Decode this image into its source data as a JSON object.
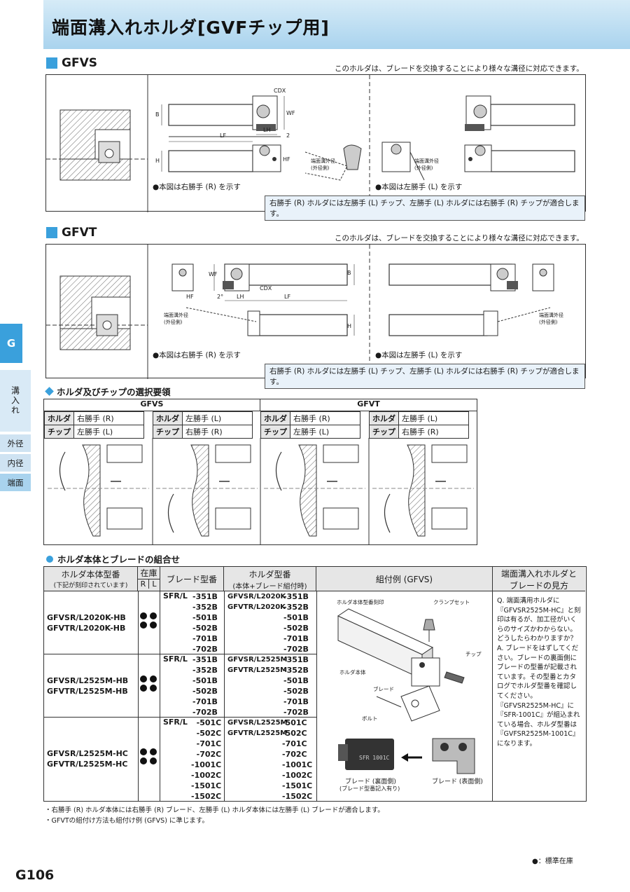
{
  "header": {
    "title": "端面溝入れホルダ[GVFチップ用]"
  },
  "gfvs": {
    "title": "GFVS",
    "desc": "このホルダは、ブレードを交換することにより様々な溝径に対応できます。",
    "note_r": "●本図は右勝手 (R) を示す",
    "note_l": "●本図は左勝手 (L) を示す",
    "box_note": "右勝手 (R) ホルダには左勝手 (L) チップ、左勝手 (L) ホルダには右勝手 (R) チップが適合します。",
    "dims": {
      "cdx": "CDX",
      "b": "B",
      "wf": "WF",
      "lh": "LH",
      "lf": "LF",
      "two": "2",
      "h": "H",
      "hf": "HF",
      "dia_label": "端面溝外径 (外径側)"
    }
  },
  "gfvt": {
    "title": "GFVT",
    "desc": "このホルダは、ブレードを交換することにより様々な溝径に対応できます。",
    "note_r": "●本図は右勝手 (R) を示す",
    "note_l": "●本図は左勝手 (L) を示す",
    "box_note": "右勝手 (R) ホルダには左勝手 (L) チップ、左勝手 (L) ホルダには右勝手 (R) チップが適合します。",
    "dims": {
      "wf": "WF",
      "b": "B",
      "cdx": "CDX",
      "lh": "LH",
      "lf": "LF",
      "two": "2°",
      "hf": "HF",
      "h": "H",
      "dia_label": "端面溝外径 (外径側)"
    }
  },
  "side": {
    "tab": "G",
    "vertical": "溝入れ",
    "items": [
      "外径",
      "内径",
      "端面"
    ]
  },
  "selection": {
    "title": "ホルダ及びチップの選択要領",
    "groups": [
      {
        "name": "GFVS",
        "cols": [
          {
            "holder_label": "ホルダ",
            "holder": "右勝手 (R)",
            "chip_label": "チップ",
            "chip": "左勝手 (L)"
          },
          {
            "holder_label": "ホルダ",
            "holder": "左勝手 (L)",
            "chip_label": "チップ",
            "chip": "右勝手 (R)"
          }
        ]
      },
      {
        "name": "GFVT",
        "cols": [
          {
            "holder_label": "ホルダ",
            "holder": "右勝手 (R)",
            "chip_label": "チップ",
            "chip": "左勝手 (L)"
          },
          {
            "holder_label": "ホルダ",
            "holder": "左勝手 (L)",
            "chip_label": "チップ",
            "chip": "右勝手 (R)"
          }
        ]
      }
    ]
  },
  "combo": {
    "title": "ホルダ本体とブレードの組合せ",
    "headers": {
      "body": "ホルダ本体型番",
      "body_sub": "(下記が刻印されています)",
      "stock": "在庫",
      "r": "R",
      "l": "L",
      "blade": "ブレード型番",
      "holder": "ホルダ型番",
      "holder_sub": "(本体+ブレード組付時)",
      "example": "組付例 (GFVS)",
      "guide": "端面溝入れホルダと ブレードの見方"
    },
    "rows": [
      {
        "bodies": [
          "GFVSR/L2020K-HB",
          "GFVTR/L2020K-HB"
        ],
        "blade_prefix": "SFR/L",
        "blades": [
          "-351B",
          "-352B",
          "-501B",
          "-502B",
          "-701B",
          "-702B"
        ],
        "holders": [
          "GFVSR/L2020K",
          "GFVTR/L2020K"
        ],
        "holder_codes": [
          "-351B",
          "-352B",
          "-501B",
          "-502B",
          "-701B",
          "-702B"
        ]
      },
      {
        "bodies": [
          "GFVSR/L2525M-HB",
          "GFVTR/L2525M-HB"
        ],
        "blade_prefix": "SFR/L",
        "blades": [
          "-351B",
          "-352B",
          "-501B",
          "-502B",
          "-701B",
          "-702B"
        ],
        "holders": [
          "GFVSR/L2525M",
          "GFVTR/L2525M"
        ],
        "holder_codes": [
          "-351B",
          "-352B",
          "-501B",
          "-502B",
          "-701B",
          "-702B"
        ]
      },
      {
        "bodies": [
          "GFVSR/L2525M-HC",
          "GFVTR/L2525M-HC"
        ],
        "blade_prefix": "SFR/L",
        "blades": [
          "-501C",
          "-502C",
          "-701C",
          "-702C",
          "-1001C",
          "-1002C",
          "-1501C",
          "-1502C"
        ],
        "holders": [
          "GFVSR/L2525M",
          "GFVTR/L2525M"
        ],
        "holder_codes": [
          "-501C",
          "-502C",
          "-701C",
          "-702C",
          "-1001C",
          "-1002C",
          "-1501C",
          "-1502C"
        ]
      }
    ],
    "example_labels": {
      "stamp": "ホルダ本体型番刻印",
      "clamp": "クランプセット",
      "chip": "チップ",
      "body": "ホルダ本体",
      "blade": "ブレード",
      "bolt": "ボルト",
      "blade_back": "ブレード (裏面側)",
      "blade_back_sub": "(ブレード型番記入有り)",
      "blade_front": "ブレード (表面側)",
      "stamp_text": "SFR 1001C"
    },
    "guide_text": "Q. 端面溝用ホルダに『GFVSR2525M-HC』と刻印は有るが、加工径がいくらのサイズかわからない。どうしたらわかりますか？ A. ブレードをはずしてください。ブレードの裏面側にブレードの型番が記載されています。その型番とカタログでホルダ型番を確認してください。『GFVSR2525M-HC』に『SFR-1001C』が組込まれている場合、ホルダ型番は『GVFSR2525M-1001C』になります。"
  },
  "footnotes": [
    "・右勝手 (R) ホルダ本体には右勝手 (R) ブレード、左勝手 (L) ホルダ本体には左勝手 (L) ブレードが適合します。",
    "・GFVTの組付け方法も組付け例 (GFVS) に準じます。"
  ],
  "legend": "●：標準在庫",
  "page": "G106"
}
